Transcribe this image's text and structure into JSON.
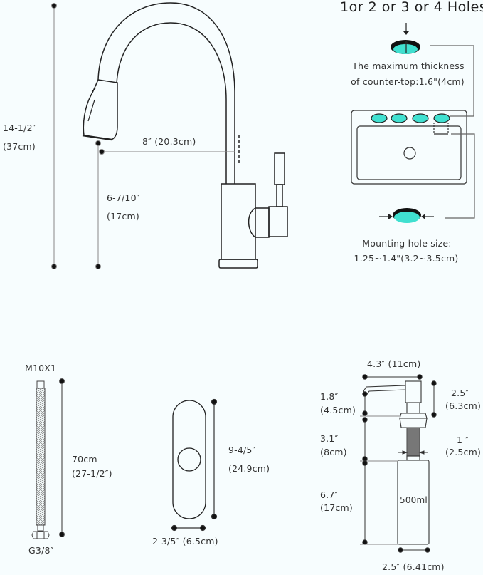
{
  "faucet": {
    "total_height": {
      "imperial": "14-1/2″",
      "metric": "(37cm)"
    },
    "spout_reach": "8″ (20.3cm)",
    "spout_height": {
      "imperial": "6-7/10″",
      "metric": "(17cm)"
    }
  },
  "holes_panel": {
    "title": "1or 2 or 3 or 4 Holes",
    "thickness_note": [
      "The maximum thickness",
      "of counter-top:1.6\"(4cm)"
    ],
    "mounting_hole": [
      "Mounting hole size:",
      "1.25~1.4\"(3.2~3.5cm)"
    ],
    "accent_color": "#40e0d0",
    "hole_count": 4
  },
  "hose": {
    "top_label": "M10X1",
    "bottom_label": "G3/8″",
    "length": {
      "metric": "70cm",
      "imperial": "(27-1/2″)"
    }
  },
  "deck_plate": {
    "height": {
      "imperial": "9-4/5″",
      "metric": "(24.9cm)"
    },
    "width": "2-3/5″ (6.5cm)"
  },
  "soap_dispenser": {
    "width": "4.3″  (11cm)",
    "pump_head_height": {
      "imperial": "1.8″",
      "metric": "(4.5cm)"
    },
    "head_total_height": {
      "imperial": "2.5″",
      "metric": "(6.3cm)"
    },
    "shank_length": {
      "imperial": "3.1″",
      "metric": "(8cm)"
    },
    "shank_diameter": {
      "imperial": "1 ″",
      "metric": "(2.5cm)"
    },
    "bottle_height": {
      "imperial": "6.7″",
      "metric": "(17cm)"
    },
    "bottle_volume": "500ml",
    "bottle_width": "2.5″  (6.41cm)"
  }
}
